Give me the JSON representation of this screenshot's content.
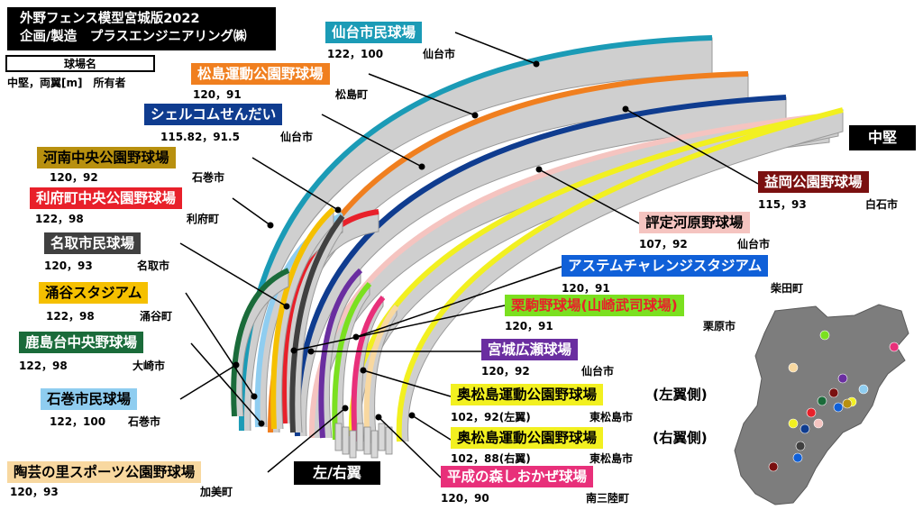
{
  "header": {
    "line1": "外野フェンス模型宮城版2022",
    "line2": "企画/製造　プラスエンジニアリング㈱"
  },
  "legend": {
    "box": "球場名",
    "sub": "中堅，両翼[m]　所有者"
  },
  "axis_labels": {
    "center": "中堅",
    "wings": "左/右翼"
  },
  "stadiums": [
    {
      "name": "仙台市民球場",
      "dims": "122，100",
      "owner": "仙台市",
      "color": "#1b9bb6",
      "text_color": "#ffffff"
    },
    {
      "name": "松島運動公園野球場",
      "dims": "120，91",
      "owner": "松島町",
      "color": "#f07f1f",
      "text_color": "#ffffff"
    },
    {
      "name": "シェルコムせんだい",
      "dims": "115.82，91.5",
      "owner": "仙台市",
      "color": "#0f3c8f",
      "text_color": "#ffffff"
    },
    {
      "name": "河南中央公園野球場",
      "dims": "120，92",
      "owner": "石巻市",
      "color": "#b8900f",
      "text_color": "#000000"
    },
    {
      "name": "利府町中央公園野球場",
      "dims": "122，98",
      "owner": "利府町",
      "color": "#e8202a",
      "text_color": "#ffffff"
    },
    {
      "name": "名取市民球場",
      "dims": "120，93",
      "owner": "名取市",
      "color": "#404040",
      "text_color": "#ffffff"
    },
    {
      "name": "涌谷スタジアム",
      "dims": "122，98",
      "owner": "涌谷町",
      "color": "#f5c000",
      "text_color": "#000000"
    },
    {
      "name": "鹿島台中央野球場",
      "dims": "122，98",
      "owner": "大崎市",
      "color": "#1a6b3a",
      "text_color": "#ffffff"
    },
    {
      "name": "石巻市民球場",
      "dims": "122，100",
      "owner": "石巻市",
      "color": "#8fcdf0",
      "text_color": "#000000"
    },
    {
      "name": "陶芸の里スポーツ公園野球場",
      "dims": "120，93",
      "owner": "加美町",
      "color": "#f8d8a0",
      "text_color": "#000000"
    },
    {
      "name": "益岡公園野球場",
      "dims": "115，93",
      "owner": "白石市",
      "color": "#7a1010",
      "text_color": "#ffffff"
    },
    {
      "name": "評定河原野球場",
      "dims": "107，92",
      "owner": "仙台市",
      "color": "#f5c4c0",
      "text_color": "#000000"
    },
    {
      "name": "アステムチャレンジスタジアム",
      "dims": "120，91",
      "owner": "柴田町",
      "color": "#1060d8",
      "text_color": "#ffffff"
    },
    {
      "name": "栗駒野球場(山崎武司球場)",
      "dims": "120，91",
      "owner": "栗原市",
      "color": "#7be020",
      "text_color": "#e8202a"
    },
    {
      "name": "宮城広瀬球場",
      "dims": "120，92",
      "owner": "仙台市",
      "color": "#6a2ea0",
      "text_color": "#ffffff"
    },
    {
      "name": "奥松島運動公園野球場",
      "suffix": "(左翼側)",
      "dims": "102，92(左翼)",
      "owner": "東松島市",
      "color": "#f2f020",
      "text_color": "#000000"
    },
    {
      "name": "奥松島運動公園野球場",
      "suffix": "(右翼側)",
      "dims": "102，88(右翼)",
      "owner": "東松島市",
      "color": "#f2f020",
      "text_color": "#000000"
    },
    {
      "name": "平成の森しおかぜ球場",
      "dims": "120，90",
      "owner": "南三陸町",
      "color": "#e8307a",
      "text_color": "#ffffff"
    }
  ]
}
